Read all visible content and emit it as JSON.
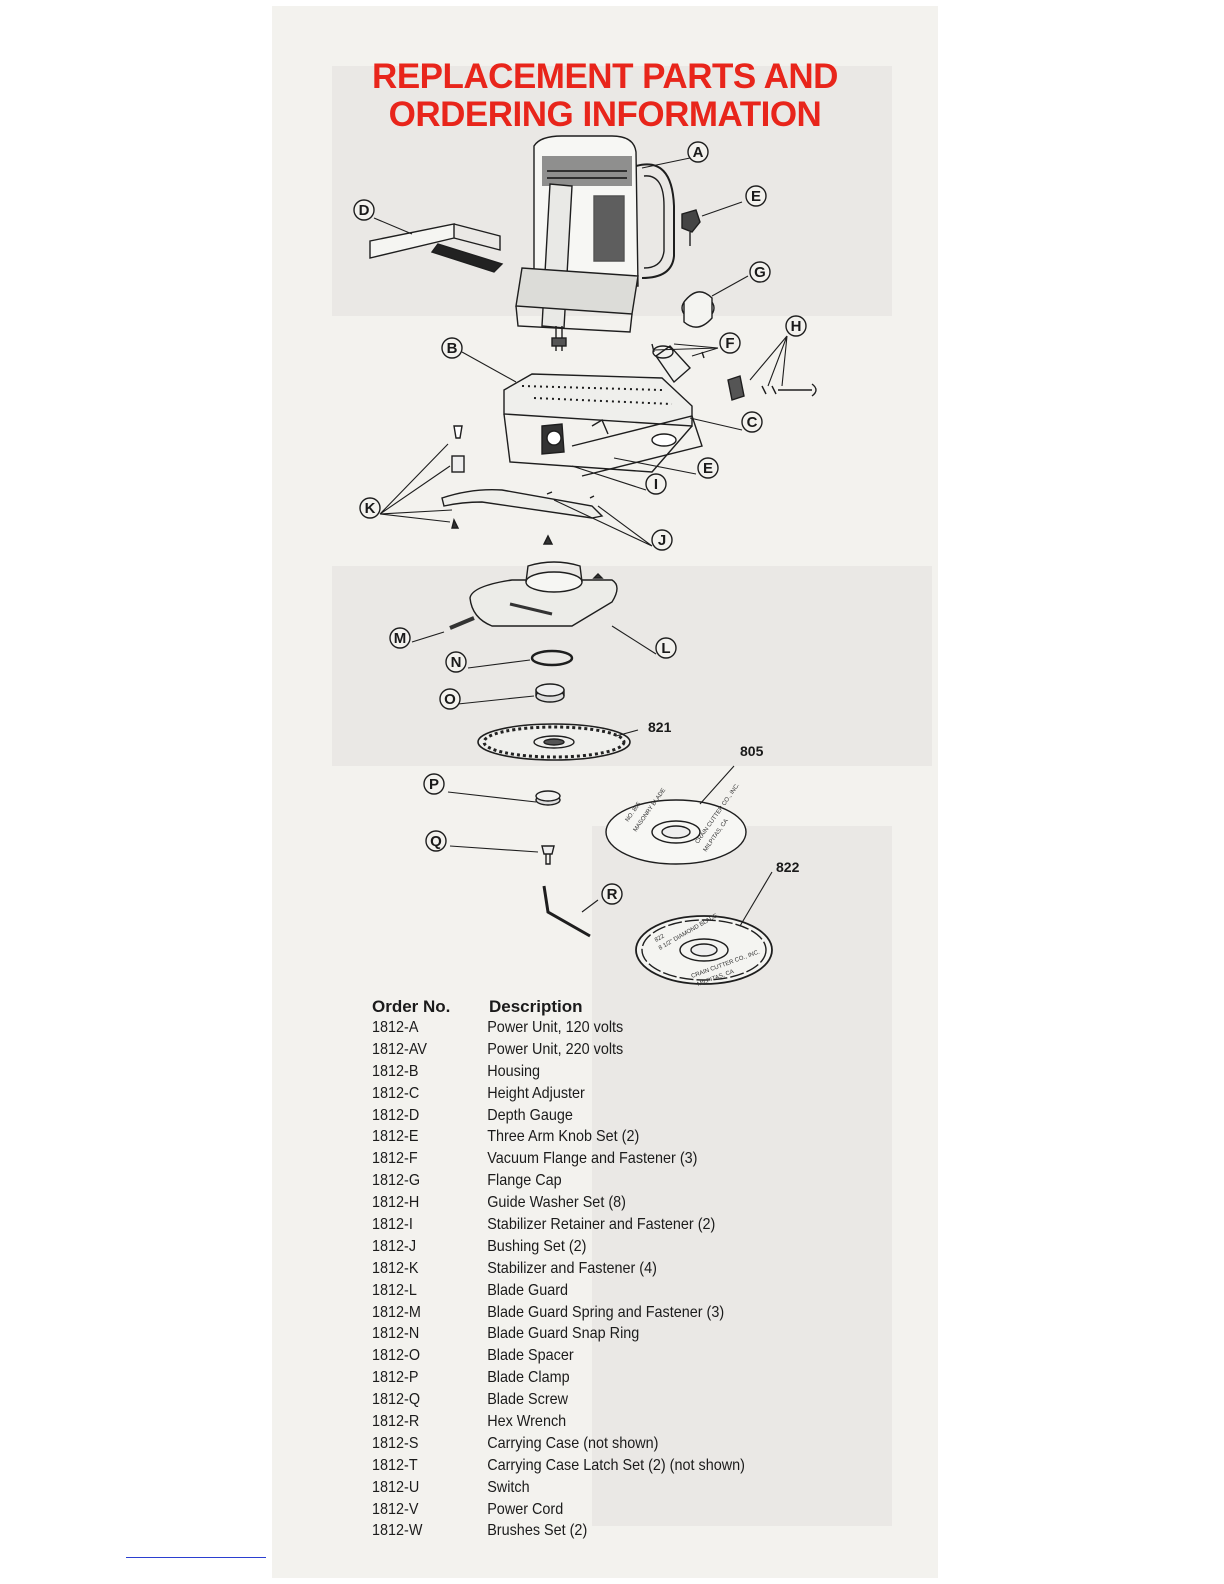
{
  "title": {
    "line1": "REPLACEMENT PARTS AND",
    "line2": "ORDERING INFORMATION",
    "color": "#e8251b"
  },
  "diagram": {
    "callouts": [
      "A",
      "B",
      "C",
      "D",
      "E",
      "F",
      "G",
      "H",
      "I",
      "J",
      "K",
      "L",
      "M",
      "N",
      "O",
      "P",
      "Q",
      "R"
    ],
    "blade_numbers": [
      "821",
      "805",
      "822"
    ],
    "blade_805_text": [
      "NO. 805",
      "MASONRY BLADE",
      "CRAIN CUTTER CO., INC.",
      "MILPITAS, CA"
    ],
    "blade_822_text": [
      "822",
      "8 1/2\" DIAMOND BLADE",
      "CRAIN CUTTER CO., INC.",
      "MILPITAS, CA"
    ]
  },
  "parts_table": {
    "header_order": "Order  No.",
    "header_description": "Description",
    "rows": [
      {
        "order": "1812-A",
        "description": "Power Unit, 120 volts"
      },
      {
        "order": "1812-AV",
        "description": "Power Unit, 220 volts"
      },
      {
        "order": "1812-B",
        "description": "Housing"
      },
      {
        "order": "1812-C",
        "description": "Height Adjuster"
      },
      {
        "order": "1812-D",
        "description": "Depth Gauge"
      },
      {
        "order": "1812-E",
        "description": "Three Arm Knob Set (2)"
      },
      {
        "order": "1812-F",
        "description": "Vacuum Flange and Fastener (3)"
      },
      {
        "order": "1812-G",
        "description": "Flange Cap"
      },
      {
        "order": "1812-H",
        "description": "Guide Washer Set (8)"
      },
      {
        "order": "1812-I",
        "description": "Stabilizer Retainer and Fastener (2)"
      },
      {
        "order": "1812-J",
        "description": "Bushing Set (2)"
      },
      {
        "order": "1812-K",
        "description": "Stabilizer and Fastener (4)"
      },
      {
        "order": "1812-L",
        "description": "Blade Guard"
      },
      {
        "order": "1812-M",
        "description": "Blade Guard Spring and Fastener (3)"
      },
      {
        "order": "1812-N",
        "description": "Blade Guard Snap Ring"
      },
      {
        "order": "1812-O",
        "description": "Blade Spacer"
      },
      {
        "order": "1812-P",
        "description": "Blade Clamp"
      },
      {
        "order": "1812-Q",
        "description": "Blade Screw"
      },
      {
        "order": "1812-R",
        "description": "Hex Wrench"
      },
      {
        "order": "1812-S",
        "description": "Carrying Case (not shown)"
      },
      {
        "order": "1812-T",
        "description": "Carrying Case Latch Set (2) (not shown)"
      },
      {
        "order": "1812-U",
        "description": "Switch"
      },
      {
        "order": "1812-V",
        "description": "Power Cord"
      },
      {
        "order": "1812-W",
        "description": "Brushes Set (2)"
      }
    ]
  }
}
